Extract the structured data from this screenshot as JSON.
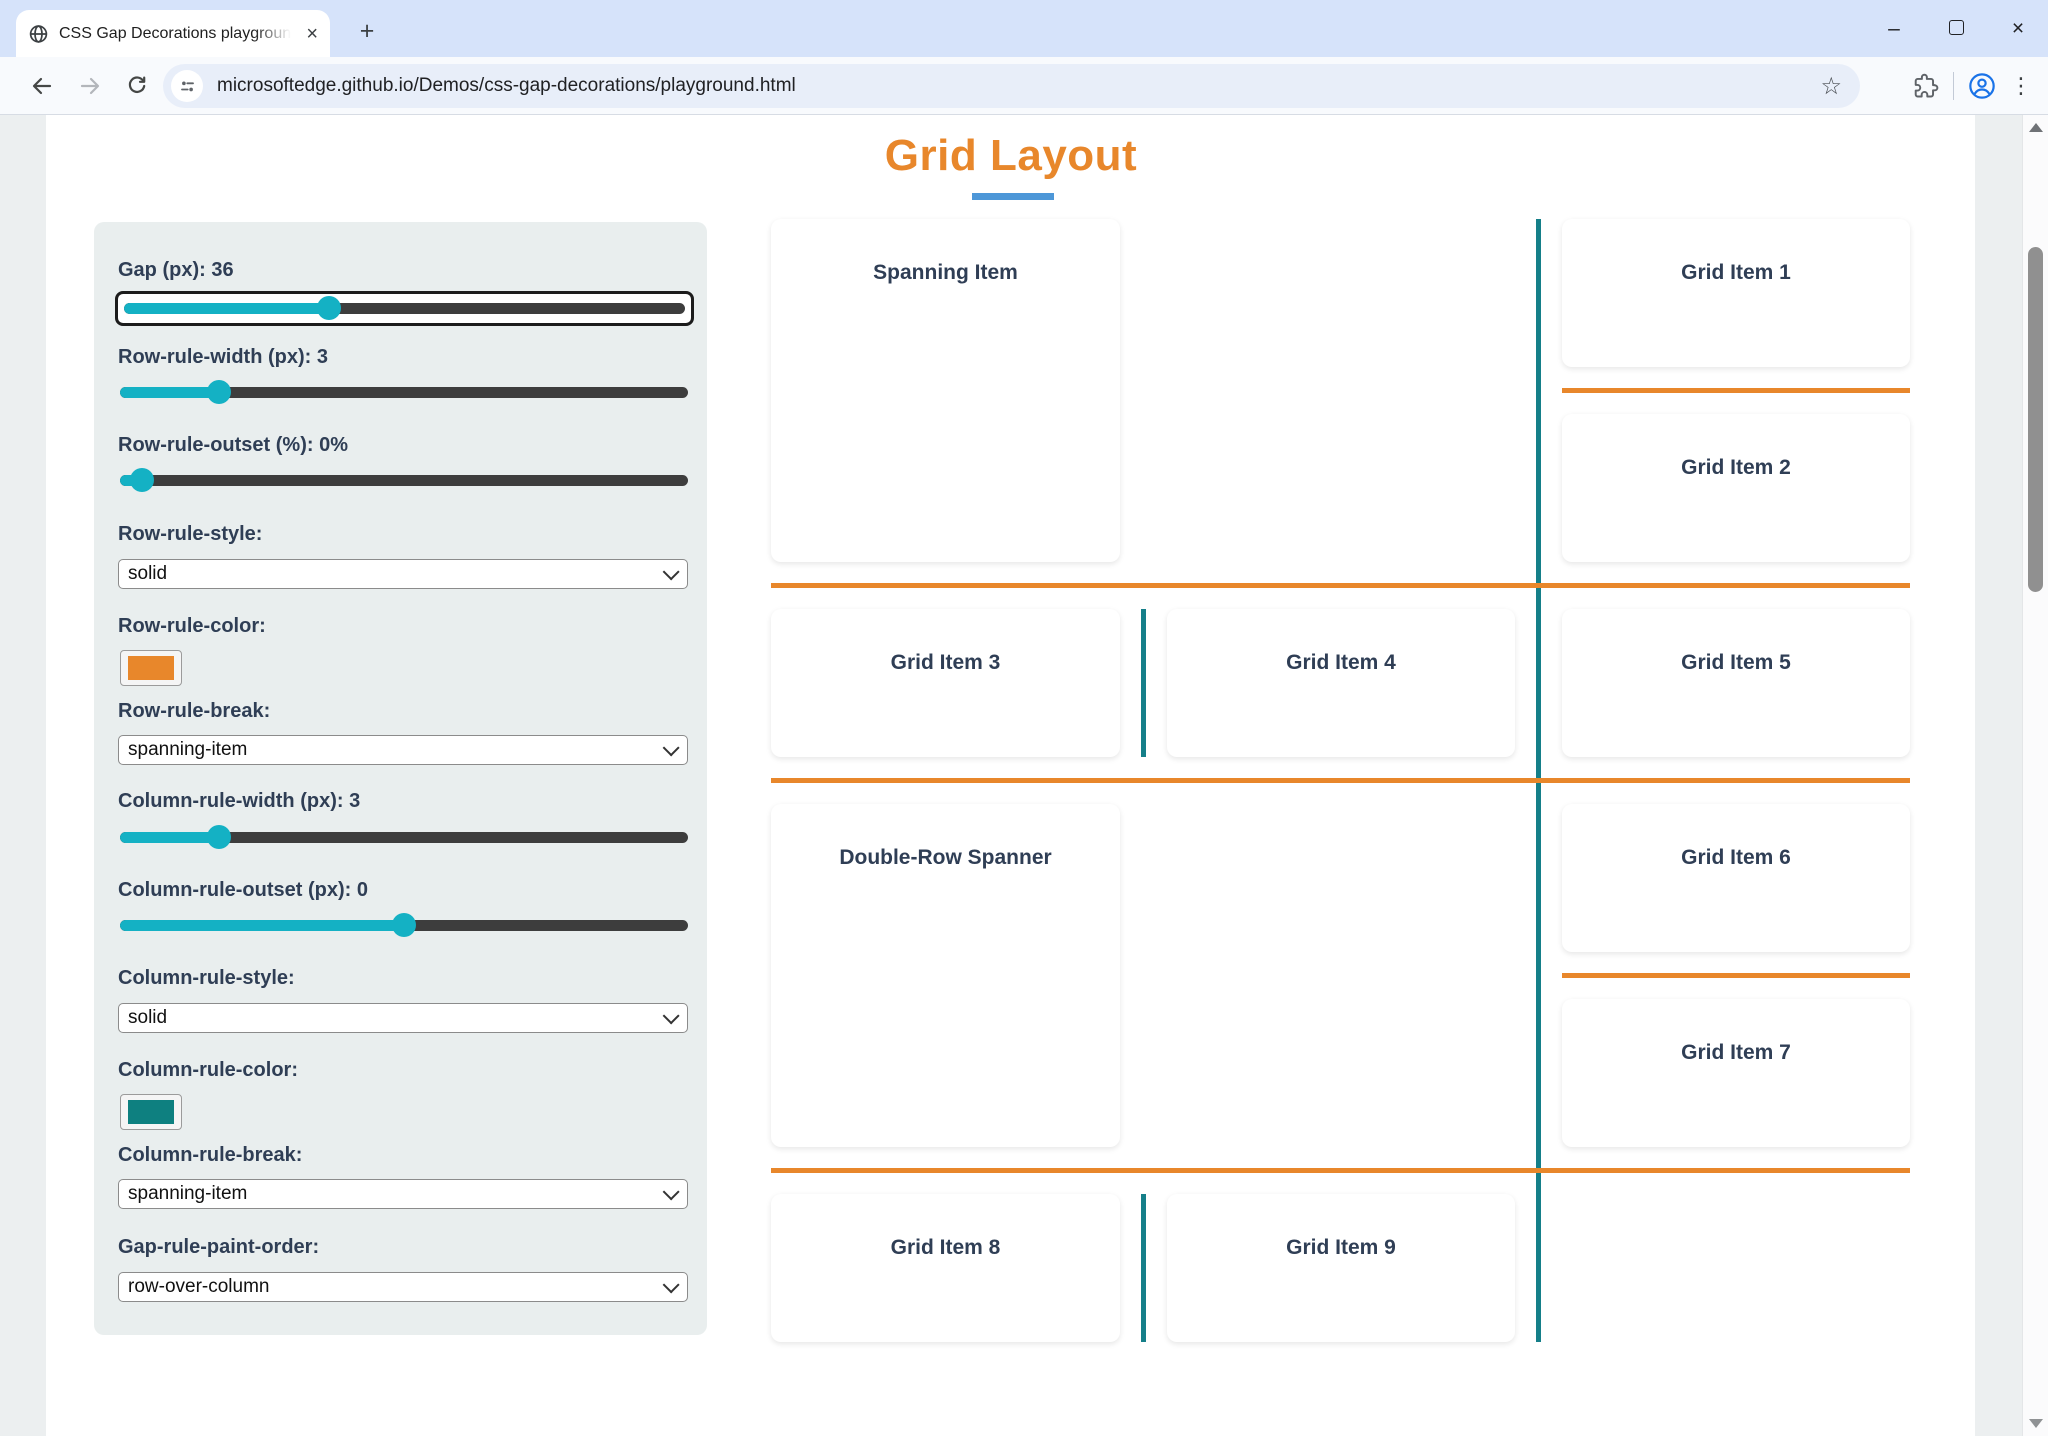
{
  "browser": {
    "tab_title": "CSS Gap Decorations playground",
    "url": "microsoftedge.github.io/Demos/css-gap-decorations/playground.html",
    "icons": {
      "close": "×",
      "plus": "+",
      "minimize": "–",
      "menu": "⋮",
      "star": "☆"
    }
  },
  "page": {
    "title": "Grid Layout",
    "colors": {
      "title_orange": "#e8872b",
      "title_underline_blue": "#4d97d8",
      "slider_teal": "#14b1c4",
      "row_rule_orange": "#e8872b",
      "column_rule_teal": "#157f89",
      "panel_background": "#e9eeee",
      "label_navy": "#2f3e55"
    }
  },
  "panel": {
    "controls": [
      {
        "type": "slider",
        "label": "Gap (px): 36",
        "value": 36,
        "focused": true
      },
      {
        "type": "slider",
        "label": "Row-rule-width (px): 3",
        "value": 3
      },
      {
        "type": "slider",
        "label": "Row-rule-outset (%): 0%",
        "value": 0
      },
      {
        "type": "select",
        "label": "Row-rule-style:",
        "value": "solid"
      },
      {
        "type": "color",
        "label": "Row-rule-color:",
        "value": "#e8872b"
      },
      {
        "type": "select",
        "label": "Row-rule-break:",
        "value": "spanning-item"
      },
      {
        "type": "slider",
        "label": "Column-rule-width (px): 3",
        "value": 3
      },
      {
        "type": "slider",
        "label": "Column-rule-outset (px): 0",
        "value": 0
      },
      {
        "type": "select",
        "label": "Column-rule-style:",
        "value": "solid"
      },
      {
        "type": "color",
        "label": "Column-rule-color:",
        "value": "#0e8080"
      },
      {
        "type": "select",
        "label": "Column-rule-break:",
        "value": "spanning-item"
      },
      {
        "type": "select",
        "label": "Gap-rule-paint-order:",
        "value": "row-over-column"
      }
    ]
  },
  "grid": {
    "items": [
      {
        "label": "Spanning Item"
      },
      {
        "label": "Grid Item 1"
      },
      {
        "label": "Grid Item 2"
      },
      {
        "label": "Grid Item 3"
      },
      {
        "label": "Grid Item 4"
      },
      {
        "label": "Grid Item 5"
      },
      {
        "label": "Double-Row Spanner"
      },
      {
        "label": "Grid Item 6"
      },
      {
        "label": "Grid Item 7"
      },
      {
        "label": "Grid Item 8"
      },
      {
        "label": "Grid Item 9"
      }
    ]
  }
}
